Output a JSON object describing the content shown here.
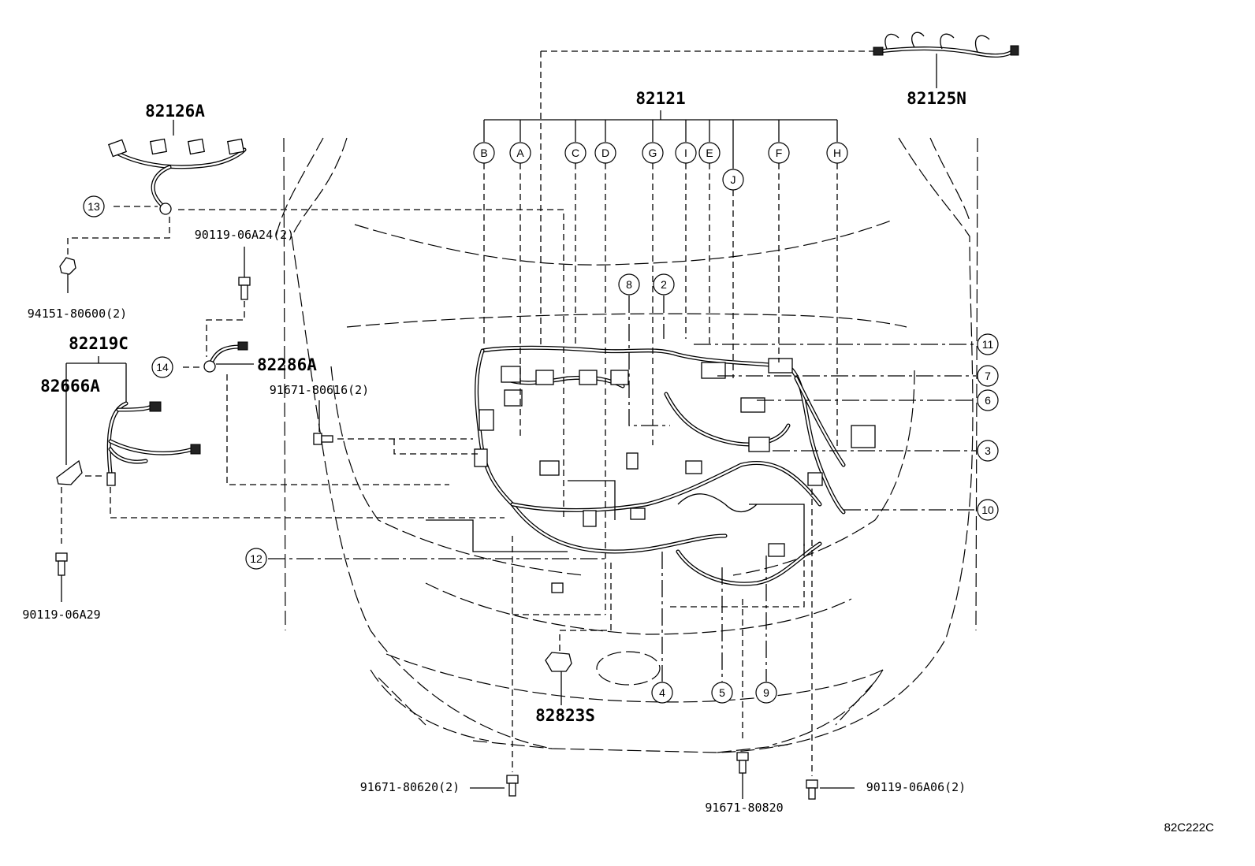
{
  "parts": {
    "p82121": "82121",
    "p82125N": "82125N",
    "p82126A": "82126A",
    "p82219C": "82219C",
    "p82666A": "82666A",
    "p82286A": "82286A",
    "p82823S": "82823S"
  },
  "fasteners": {
    "f9011906A24": "90119-06A24(2)",
    "f9415180600": "94151-80600(2)",
    "f9167180616": "91671-80616(2)",
    "f9011906A29": "90119-06A29",
    "f9167180620": "91671-80620(2)",
    "f9167180820": "91671-80820",
    "f9011906A06": "90119-06A06(2)"
  },
  "connector_letters": {
    "B": "B",
    "A": "A",
    "C": "C",
    "D": "D",
    "G": "G",
    "I": "I",
    "E": "E",
    "J": "J",
    "F": "F",
    "H": "H"
  },
  "callout_numbers": {
    "n2": "2",
    "n3": "3",
    "n4": "4",
    "n5": "5",
    "n6": "6",
    "n7": "7",
    "n8": "8",
    "n9": "9",
    "n10": "10",
    "n11": "11",
    "n12": "12",
    "n13": "13",
    "n14": "14"
  },
  "diagram_code": "82C222C"
}
